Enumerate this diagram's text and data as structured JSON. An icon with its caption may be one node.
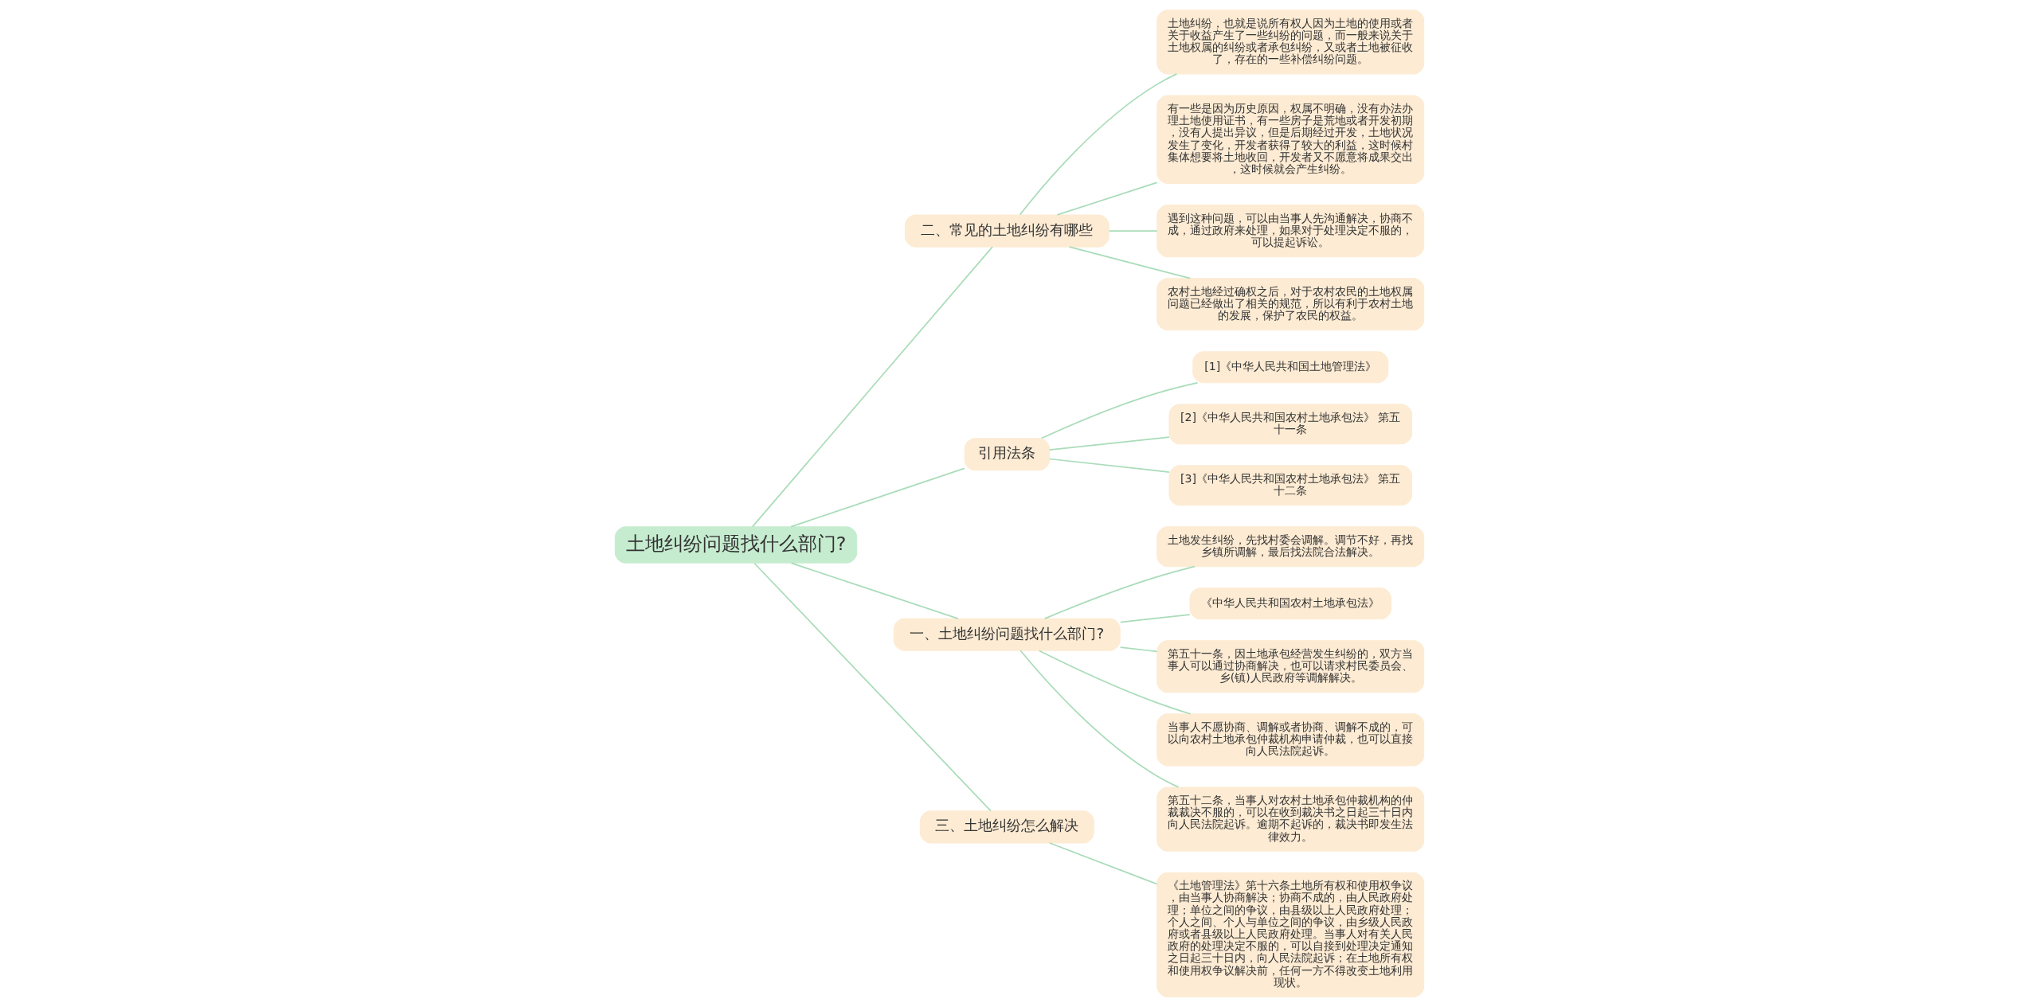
{
  "diagram": {
    "nodes": [
      {
        "text": [
          "土地纠纷问题找什么部门?"
        ]
      },
      {
        "text": [
          "二、常见的土地纠纷有哪些"
        ]
      },
      {
        "text": [
          "土地纠纷，也就是说所有权人因为土地的使用或者关于收益产生了一些纠纷的问题，而一般来说关于土地权属的纠纷或者承包纠纷，又或者土地被征收了，存在的一些补偿纠纷问题。"
        ]
      },
      {
        "text": [
          "有一些是因为历史原因，权属不明确，没有办法办理土地使用证书，有一些房子是荒地或者开发初期，没有人提出异议，但是后期经过开发，土地状况发生了变化，开发者获得了较大的利益，这时候村集体想要将土地收回，开发者又不愿意将成果交出，这时候就会产生纠纷。"
        ]
      },
      {
        "text": [
          "遇到这种问题，可以由当事人先沟通解决，协商不成，通过政府来处理，如果对于处理决定不服的，可以提起诉讼。"
        ]
      },
      {
        "text": [
          "农村土地经过确权之后，对于农村农民的土地权属问题已经做出了相关的规范，所以有利于农村土地的发展，保护了农民的权益。"
        ]
      },
      {
        "text": [
          "引用法条"
        ]
      },
      {
        "text": [
          "[1]《中华人民共和国土地管理法》"
        ]
      },
      {
        "text": [
          "[2]《中华人民共和国农村土地承包法》 第五十一条"
        ]
      },
      {
        "text": [
          "[3]《中华人民共和国农村土地承包法》 第五十二条"
        ]
      },
      {
        "text": [
          "一、土地纠纷问题找什么部门?"
        ]
      },
      {
        "text": [
          "土地发生纠纷，先找村委会调解。调节不好，再找乡镇所调解，最后找法院合法解决。"
        ]
      },
      {
        "text": [
          "《中华人民共和国农村土地承包法》"
        ]
      },
      {
        "text": [
          "第五十一条，因土地承包经营发生纠纷的，双方当事人可以通过协商解决，也可以请求村民委员会、乡(镇)人民政府等调解解决。"
        ]
      },
      {
        "text": [
          "当事人不愿协商、调解或者协商、调解不成的，可以向农村土地承包仲裁机构申请仲裁，也可以直接向人民法院起诉。"
        ]
      },
      {
        "text": [
          "第五十二条，当事人对农村土地承包仲裁机构的仲裁裁决不服的，可以在收到裁决书之日起三十日内向人民法院起诉。逾期不起诉的，裁决书即发生法律效力。"
        ]
      },
      {
        "text": [
          "三、土地纠纷怎么解决"
        ]
      },
      {
        "text": [
          "《土地管理法》第十六条土地所有权和使用权争议，由当事人协商解决；协商不成的，由人民政府处理；单位之间的争议，由县级以上人民政府处理；个人之间、个人与单位之间的争议，由乡级人民政府或者县级以上人民政府处理。当事人对有关人民政府的处理决定不服的，可以自接到处理决定通知之日起三十日内，向人民法院起诉；在土地所有权和使用权争议解决前，任何一方不得改变土地利用现状。"
        ]
      }
    ],
    "edges": [
      {
        "from": 0,
        "to": 1,
        "arrow": "none"
      },
      {
        "from": 1,
        "to": 2,
        "arrow": "none"
      },
      {
        "from": 1,
        "to": 3,
        "arrow": "none"
      },
      {
        "from": 1,
        "to": 4,
        "arrow": "none"
      },
      {
        "from": 1,
        "to": 5,
        "arrow": "none"
      },
      {
        "from": 0,
        "to": 6,
        "arrow": "none"
      },
      {
        "from": 6,
        "to": 7,
        "arrow": "none"
      },
      {
        "from": 6,
        "to": 8,
        "arrow": "none"
      },
      {
        "from": 6,
        "to": 9,
        "arrow": "none"
      },
      {
        "from": 0,
        "to": 10,
        "arrow": "none"
      },
      {
        "from": 10,
        "to": 11,
        "arrow": "none"
      },
      {
        "from": 10,
        "to": 12,
        "arrow": "none"
      },
      {
        "from": 10,
        "to": 13,
        "arrow": "none"
      },
      {
        "from": 10,
        "to": 14,
        "arrow": "none"
      },
      {
        "from": 10,
        "to": 15,
        "arrow": "none"
      },
      {
        "from": 0,
        "to": 16,
        "arrow": "none"
      },
      {
        "from": 16,
        "to": 17,
        "arrow": "none"
      }
    ]
  }
}
